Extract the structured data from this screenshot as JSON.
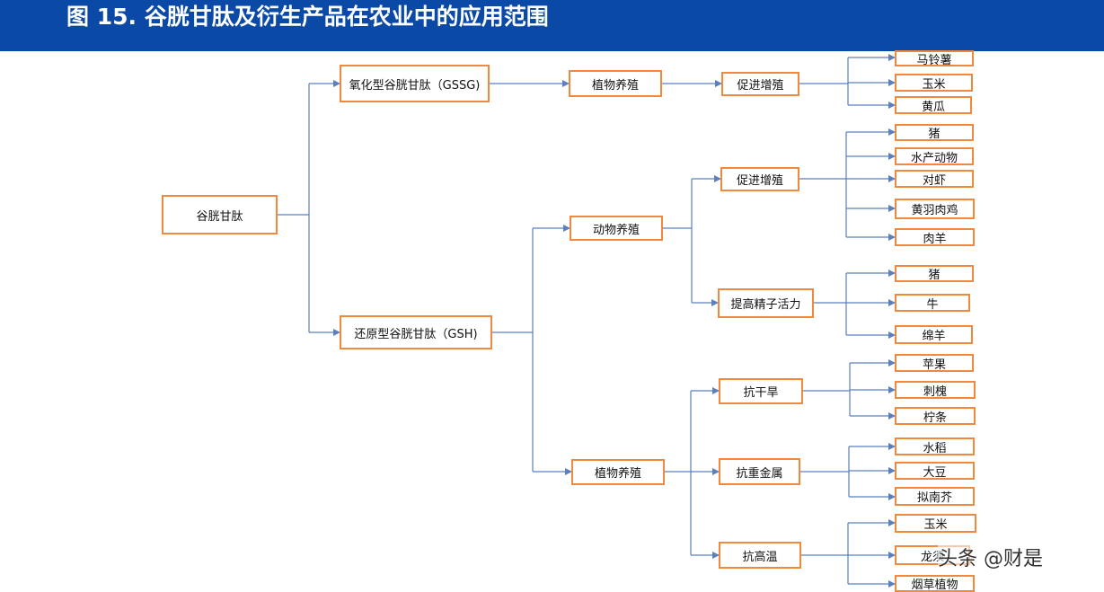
{
  "header": {
    "title": "图 15. 谷胱甘肽及衍生产品在农业中的应用范围"
  },
  "colors": {
    "header_bg": "#0a4aa6",
    "node_border": "#f0883e",
    "connector": "#5b7fbf"
  },
  "nodes": {
    "root": "谷胱甘肽",
    "gssg": "氧化型谷胱甘肽（GSSG)",
    "gsh": "还原型谷胱甘肽（GSH)",
    "gssg_plant": "植物养殖",
    "gssg_promote": "促进增殖",
    "gssg_potato": "马铃薯",
    "gssg_corn": "玉米",
    "gssg_cucumber": "黄瓜",
    "gsh_animal": "动物养殖",
    "animal_promote": "促进增殖",
    "ap_pig": "猪",
    "ap_aquatic": "水产动物",
    "ap_shrimp": "对虾",
    "ap_chicken": "黄羽肉鸡",
    "ap_sheep": "肉羊",
    "animal_sperm": "提高精子活力",
    "as_pig": "猪",
    "as_cattle": "牛",
    "as_sheep": "绵羊",
    "gsh_plant": "植物养殖",
    "drought": "抗干旱",
    "dr_apple": "苹果",
    "dr_locust": "刺槐",
    "dr_caragana": "柠条",
    "metal": "抗重金属",
    "mt_rice": "水稻",
    "mt_soy": "大豆",
    "mt_arabidopsis": "拟南芥",
    "heat": "抗高温",
    "ht_corn": "玉米",
    "ht_grass": "龙须",
    "ht_tobacco": "烟草植物"
  },
  "watermark": "头条 @财是"
}
